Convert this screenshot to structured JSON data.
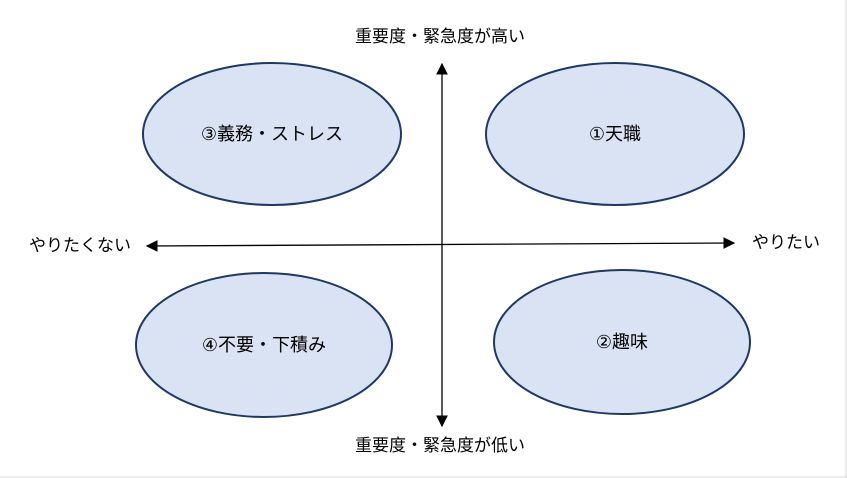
{
  "axes": {
    "top": "重要度・緊急度が高い",
    "bottom": "重要度・緊急度が低い",
    "left": "やりたくない",
    "right": "やりたい"
  },
  "quadrants": {
    "top_right": "①天職",
    "bottom_right": "②趣味",
    "top_left": "③義務・ストレス",
    "bottom_left": "④不要・下積み"
  }
}
